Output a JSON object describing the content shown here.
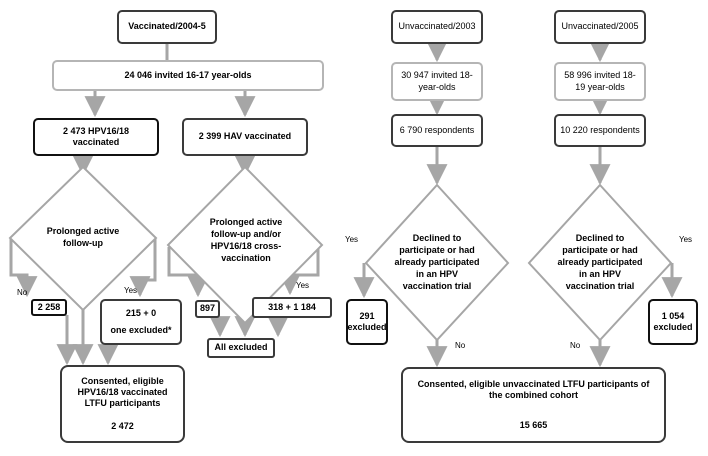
{
  "left_flow": {
    "header": "Vaccinated/2004-5",
    "invited": "24 046 invited 16-17 year-olds",
    "hpv_arm": "2 473 HPV16/18 vaccinated",
    "hav_arm": "2 399 HAV vaccinated",
    "decision_hpv": "Prolonged active follow-up",
    "decision_hav": "Prolonged active follow-up and/or HPV16/18 cross-vaccination",
    "no_label": "No",
    "yes_label_hpv": "Yes",
    "yes_label_hav": "Yes",
    "box_2258": "2 258",
    "box_215": "215 + 0",
    "box_215_note": "one excluded*",
    "box_897": "897",
    "box_318": "318 + 1 184",
    "all_excluded": "All excluded",
    "consented_title": "Consented, eligible HPV16/18 vaccinated LTFU participants",
    "consented_count": "2 472"
  },
  "right_flow": {
    "header_2003": "Unvaccinated/2003",
    "header_2005": "Unvaccinated/2005",
    "invited_2003": "30 947 invited 18-year-olds",
    "invited_2005": "58 996 invited 18-19 year-olds",
    "respondents_2003": "6 790 respondents",
    "respondents_2005": "10 220 respondents",
    "decision_2003": "Declined to participate or had already participated in an HPV vaccination trial",
    "decision_2005": "Declined to participate or had already participated in an HPV vaccination trial",
    "yes_label_2003": "Yes",
    "yes_label_2005": "Yes",
    "no_label_2003": "No",
    "no_label_2005": "No",
    "excluded_2003": "291 excluded",
    "excluded_2005": "1 054 excluded",
    "combined_title": "Consented, eligible unvaccinated LTFU participants of the combined cohort",
    "combined_count": "15 665"
  },
  "colors": {
    "arrow": "#a6a6a6",
    "dark_border": "#3a3a3a",
    "light_border": "#b5b5b5"
  }
}
